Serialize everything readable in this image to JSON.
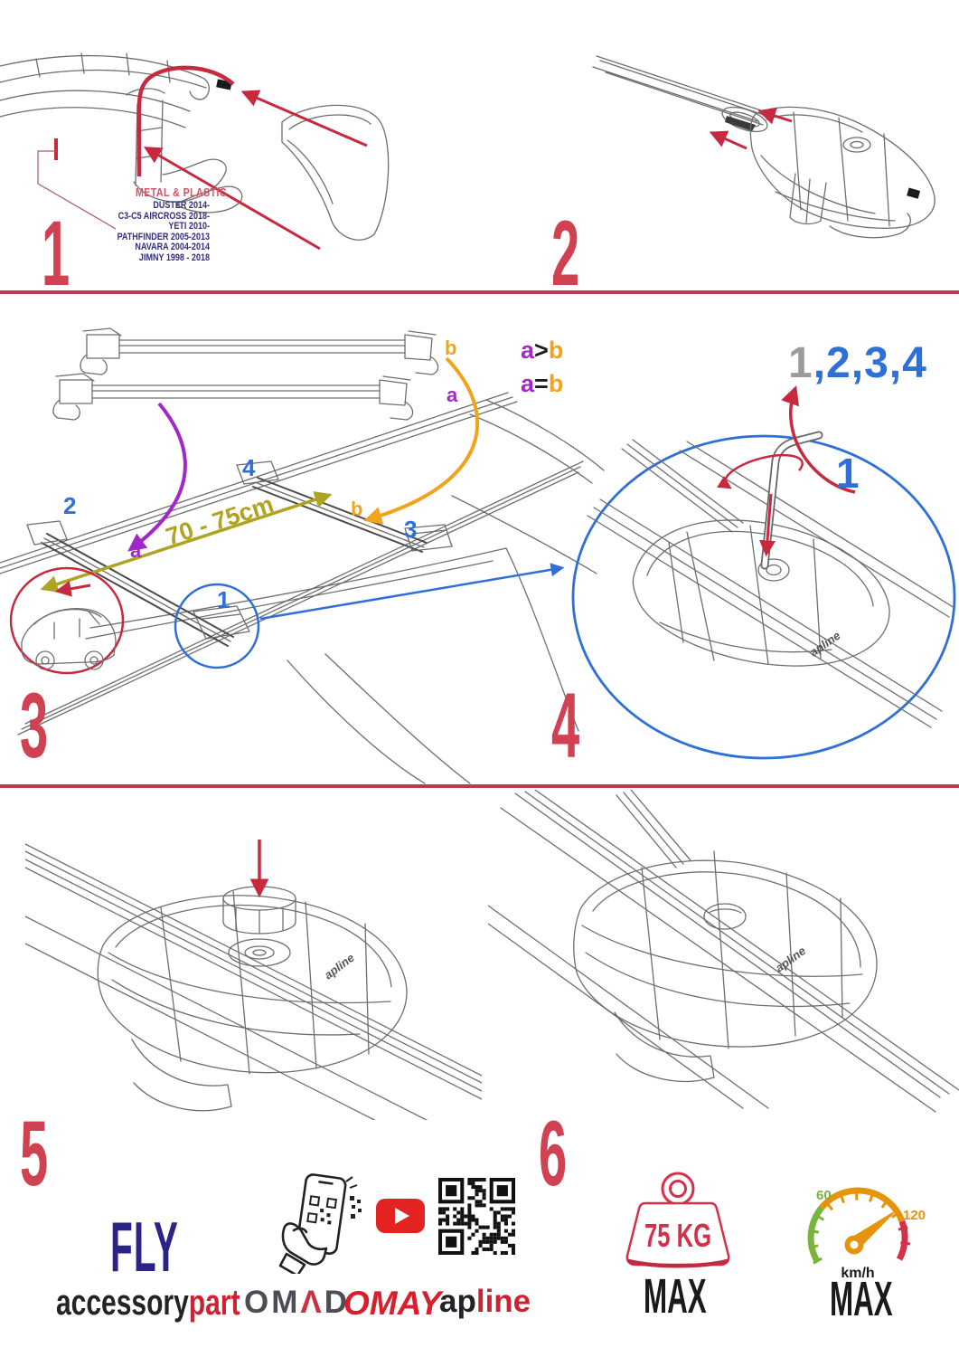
{
  "colors": {
    "accent_red": "#c7293f",
    "step_number_red": "#d04251",
    "divider_red": "#bd3a4f",
    "callout_blue": "#2e6fd8",
    "label_purple": "#a326c9",
    "label_orange": "#f2a31c",
    "distance_olive": "#aea421",
    "vehicle_navy": "#322e7e",
    "material_red": "#d35462",
    "sequence_gray": "#9b9b9b",
    "fly_indigo": "#2c2386",
    "brand_red": "#cf2130",
    "omay_red": "#d91f2d",
    "gauge_green": "#7ab33e",
    "gauge_orange": "#e8930c",
    "gauge_red": "#d5304a"
  },
  "step1": {
    "number": "1",
    "material_note": "METAL & PLASTIC",
    "vehicle_list": [
      "DUSTER 2014-",
      "C3-C5 AIRCROSS 2018-",
      "YETI 2010-",
      "PATHFINDER 2005-2013",
      "NAVARA 2004-2014",
      "JIMNY 1998 - 2018"
    ]
  },
  "step2": {
    "number": "2"
  },
  "step3": {
    "number": "3",
    "bar_label_b": "b",
    "bar_label_a": "a",
    "roof_label_b": "b",
    "roof_label_a": "a",
    "pos_label_1": "1",
    "pos_label_2": "2",
    "pos_label_3": "3",
    "pos_label_4": "4",
    "distance_label": "70 - 75cm",
    "rule_greater": {
      "left": "a",
      "op": ">",
      "right": "b"
    },
    "rule_equal": {
      "left": "a",
      "op": "=",
      "right": "b"
    }
  },
  "step4": {
    "number": "4",
    "tighten_sequence_first": "1",
    "tighten_sequence_rest": ",2,3,4",
    "foot_callout": "1",
    "foot_brand": "apline"
  },
  "step5": {
    "number": "5",
    "foot_brand": "apline"
  },
  "step6": {
    "number": "6",
    "foot_brand": "apline"
  },
  "limits": {
    "weight": {
      "value": "75 KG",
      "label": "MAX"
    },
    "speed": {
      "tick_low": "60",
      "tick_high": "120",
      "unit": "km/h",
      "label": "MAX"
    }
  },
  "brands": {
    "fly": "FLY",
    "accessorypart": {
      "black": "accessory",
      "red": "part"
    },
    "omad": {
      "pre": "OM",
      "a": "Λ",
      "post": "D"
    },
    "omay": "OMAY",
    "apline": {
      "black": "ap",
      "red": "line"
    }
  }
}
